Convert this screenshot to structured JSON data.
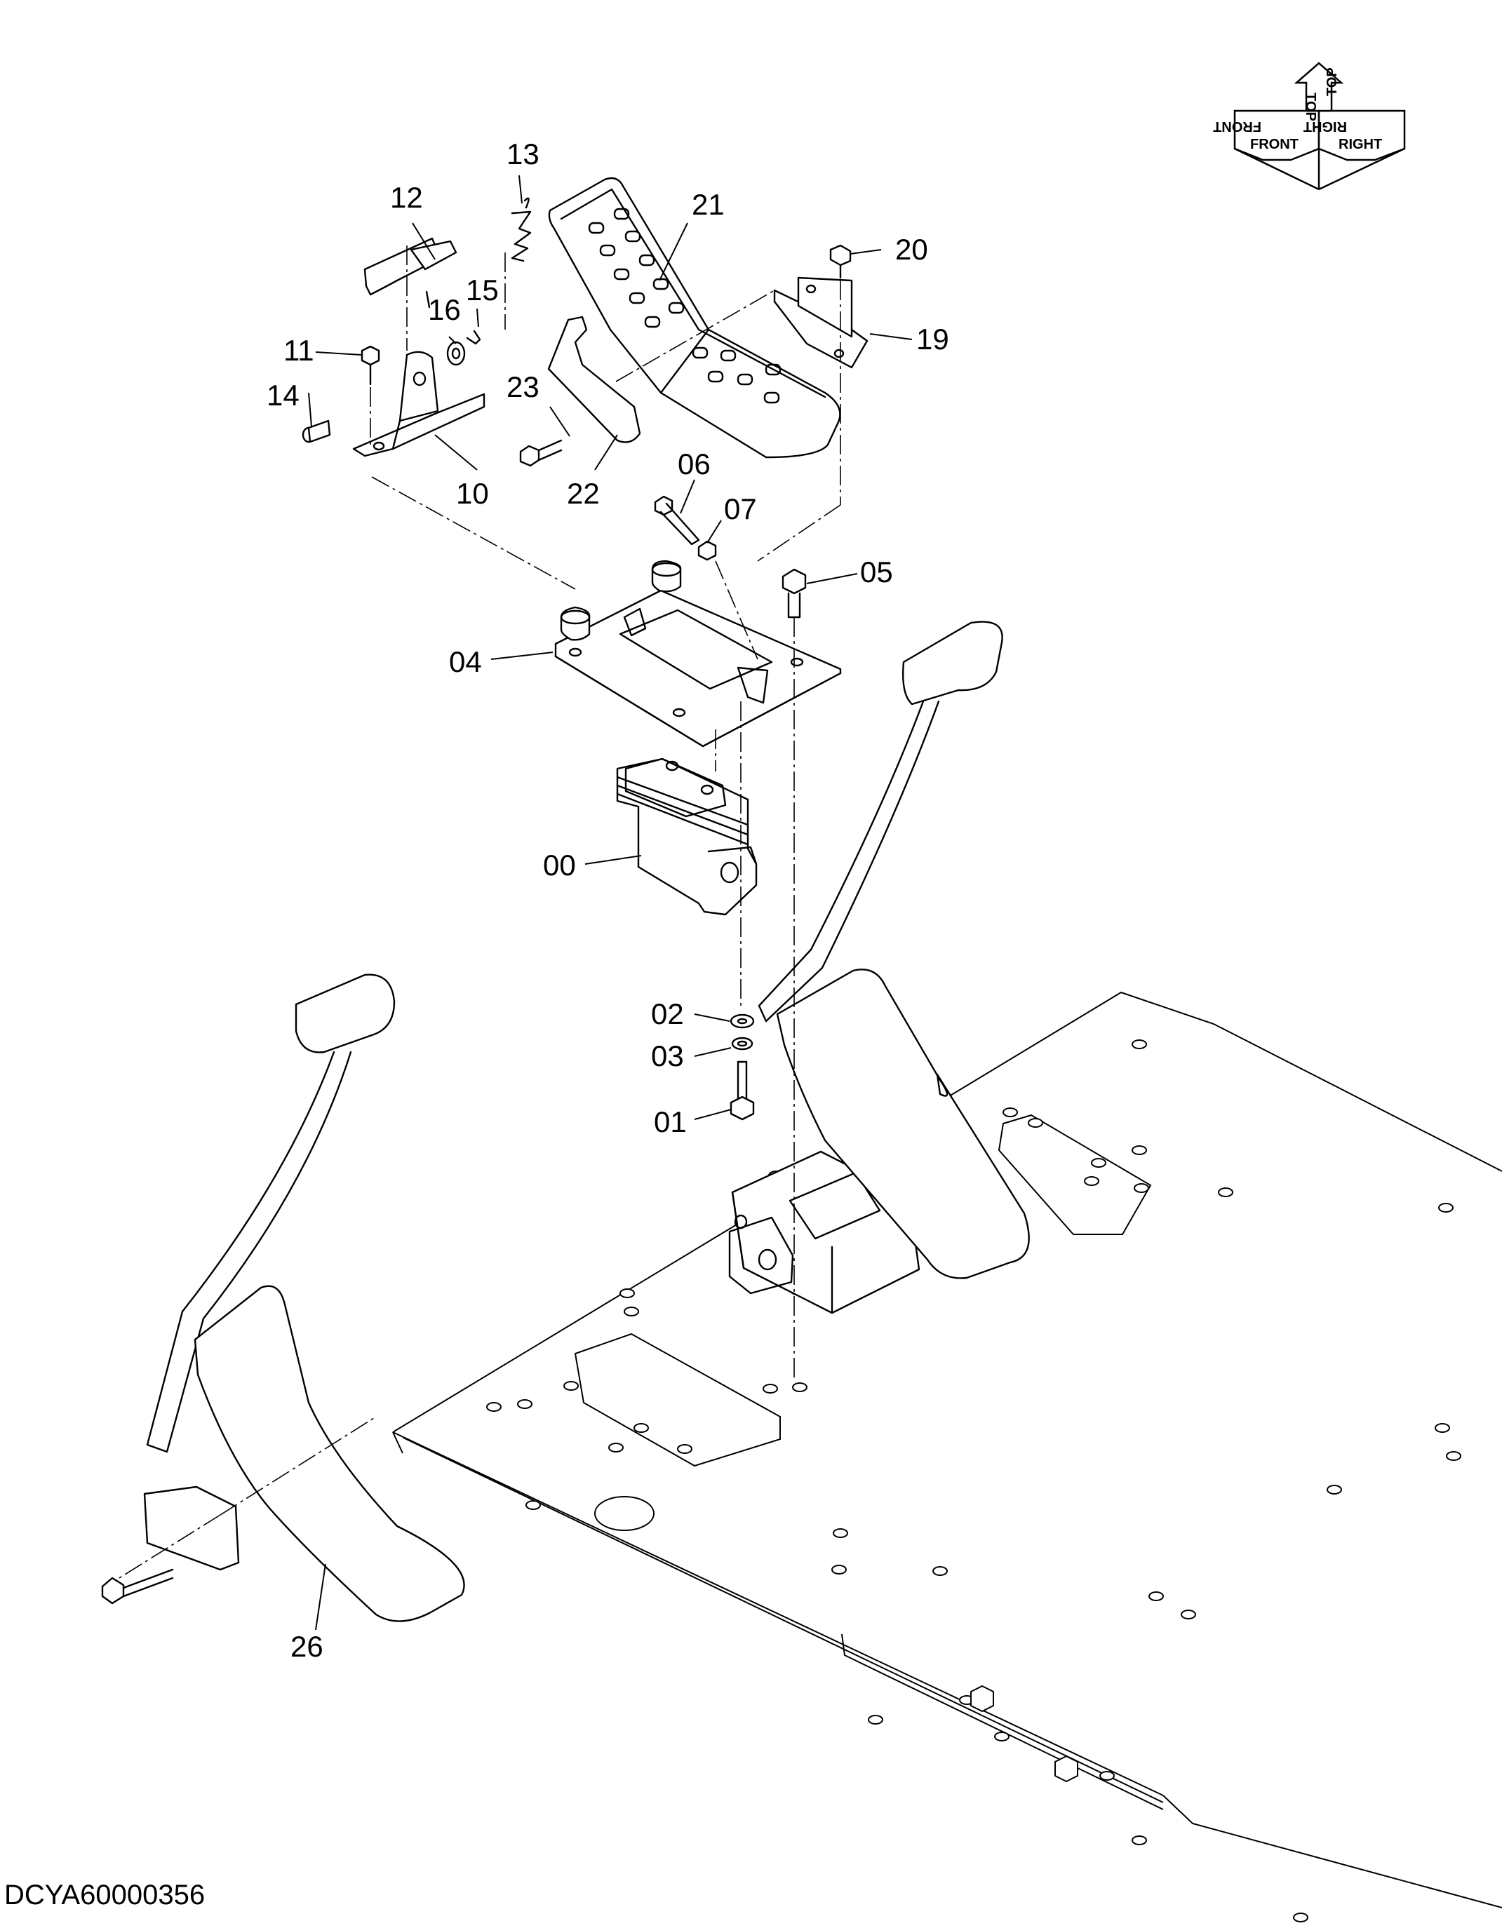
{
  "drawing": {
    "code": "DCYA60000356",
    "callouts": [
      {
        "id": "13",
        "label": "13"
      },
      {
        "id": "12",
        "label": "12"
      },
      {
        "id": "21",
        "label": "21"
      },
      {
        "id": "20",
        "label": "20"
      },
      {
        "id": "15",
        "label": "15"
      },
      {
        "id": "16",
        "label": "16"
      },
      {
        "id": "19",
        "label": "19"
      },
      {
        "id": "11",
        "label": "11"
      },
      {
        "id": "14",
        "label": "14"
      },
      {
        "id": "23",
        "label": "23"
      },
      {
        "id": "10",
        "label": "10"
      },
      {
        "id": "22",
        "label": "22"
      },
      {
        "id": "06",
        "label": "06"
      },
      {
        "id": "07",
        "label": "07"
      },
      {
        "id": "05",
        "label": "05"
      },
      {
        "id": "04",
        "label": "04"
      },
      {
        "id": "00",
        "label": "00"
      },
      {
        "id": "02",
        "label": "02"
      },
      {
        "id": "03",
        "label": "03"
      },
      {
        "id": "01",
        "label": "01"
      },
      {
        "id": "26",
        "label": "26"
      }
    ]
  },
  "compass": {
    "labels": {
      "front": "FRONT",
      "right": "RIGHT",
      "top": "TOP",
      "front_mirror": "FRONT",
      "right_mirror": "RIGHT",
      "top_mirror": "TOP"
    }
  }
}
